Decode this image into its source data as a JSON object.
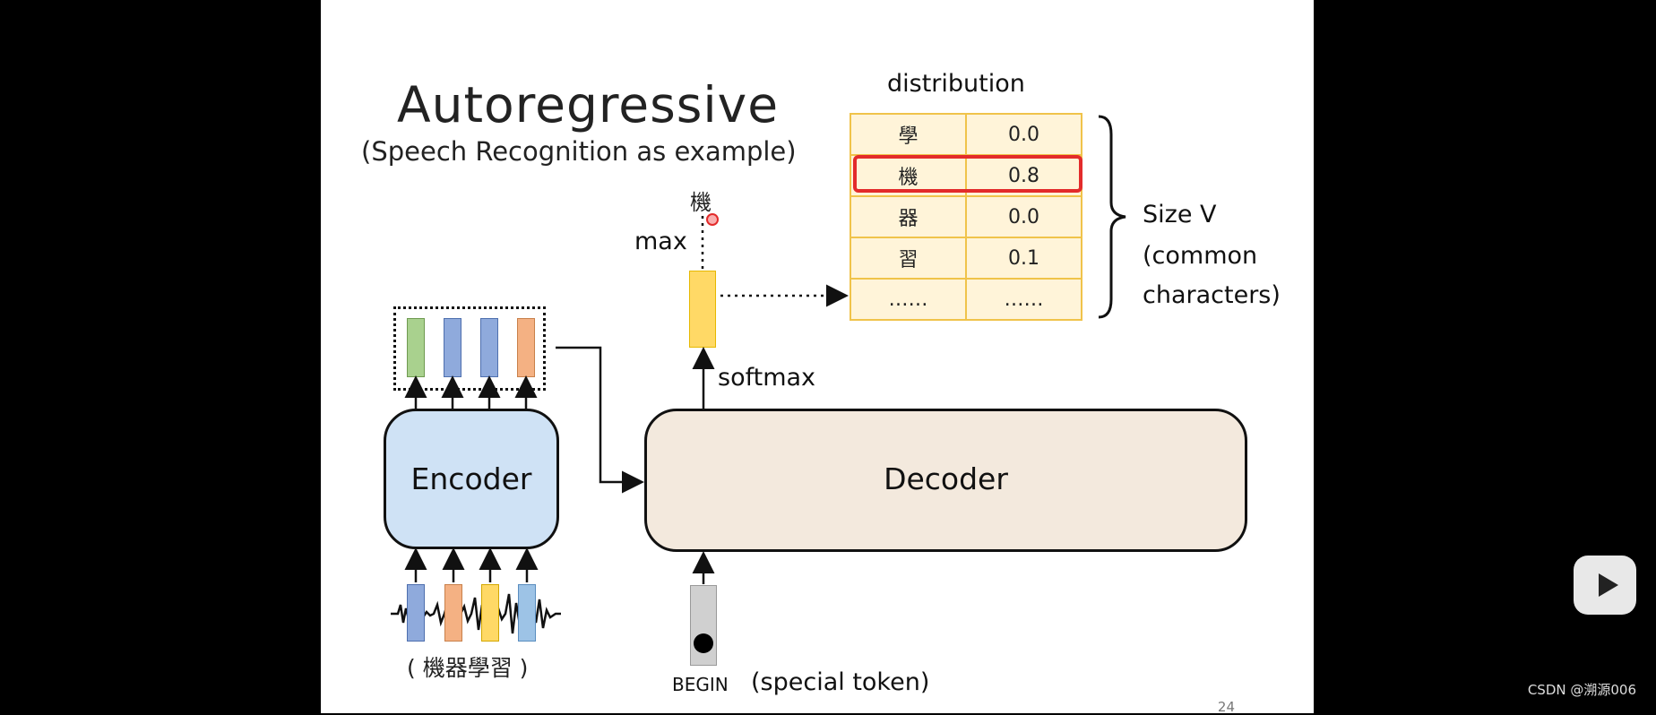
{
  "slide": {
    "title": "Autoregressive",
    "subtitle": "(Speech Recognition as example)",
    "page_number": "24"
  },
  "diagram": {
    "distribution_label": "distribution",
    "table": [
      {
        "char": "學",
        "prob": "0.0"
      },
      {
        "char": "機",
        "prob": "0.8",
        "highlight": true
      },
      {
        "char": "器",
        "prob": "0.0"
      },
      {
        "char": "習",
        "prob": "0.1"
      },
      {
        "char": "……",
        "prob": "……"
      }
    ],
    "size_label_1": "Size V",
    "size_label_2": "(common",
    "size_label_3": "characters)",
    "output_char": "機",
    "max_label": "max",
    "softmax_label": "softmax",
    "encoder_label": "Encoder",
    "decoder_label": "Decoder",
    "input_text": "( 機器學習 )",
    "begin_label": "BEGIN",
    "special_token_label": "(special token)",
    "colors": {
      "green": "#a9d18e",
      "blue": "#8faadc",
      "orange": "#f4b183",
      "yellow": "#ffd966",
      "gray": "#d0d0d0",
      "highlight": "#e32b2b"
    }
  },
  "overlay": {
    "watermark": "CSDN @溯源006",
    "play_icon": "bilibili-tv-icon"
  }
}
